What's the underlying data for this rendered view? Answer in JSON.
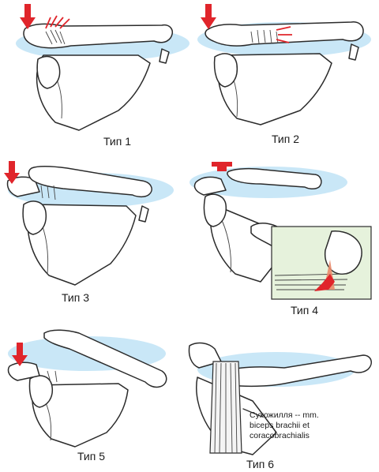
{
  "panels": [
    {
      "label": "Тип 1"
    },
    {
      "label": "Тип 2"
    },
    {
      "label": "Тип 3"
    },
    {
      "label": "Тип 4"
    },
    {
      "label": "Тип 5"
    },
    {
      "label": "Тип 6"
    }
  ],
  "annotation": {
    "line1": "Сухожилля --   mm.",
    "line2": "biceps brachii et",
    "line3": "coracobrachialis"
  },
  "colors": {
    "arrow": "#e0252b",
    "glow": "#bfe3f6",
    "inset_bg": "#e6f2dc"
  }
}
